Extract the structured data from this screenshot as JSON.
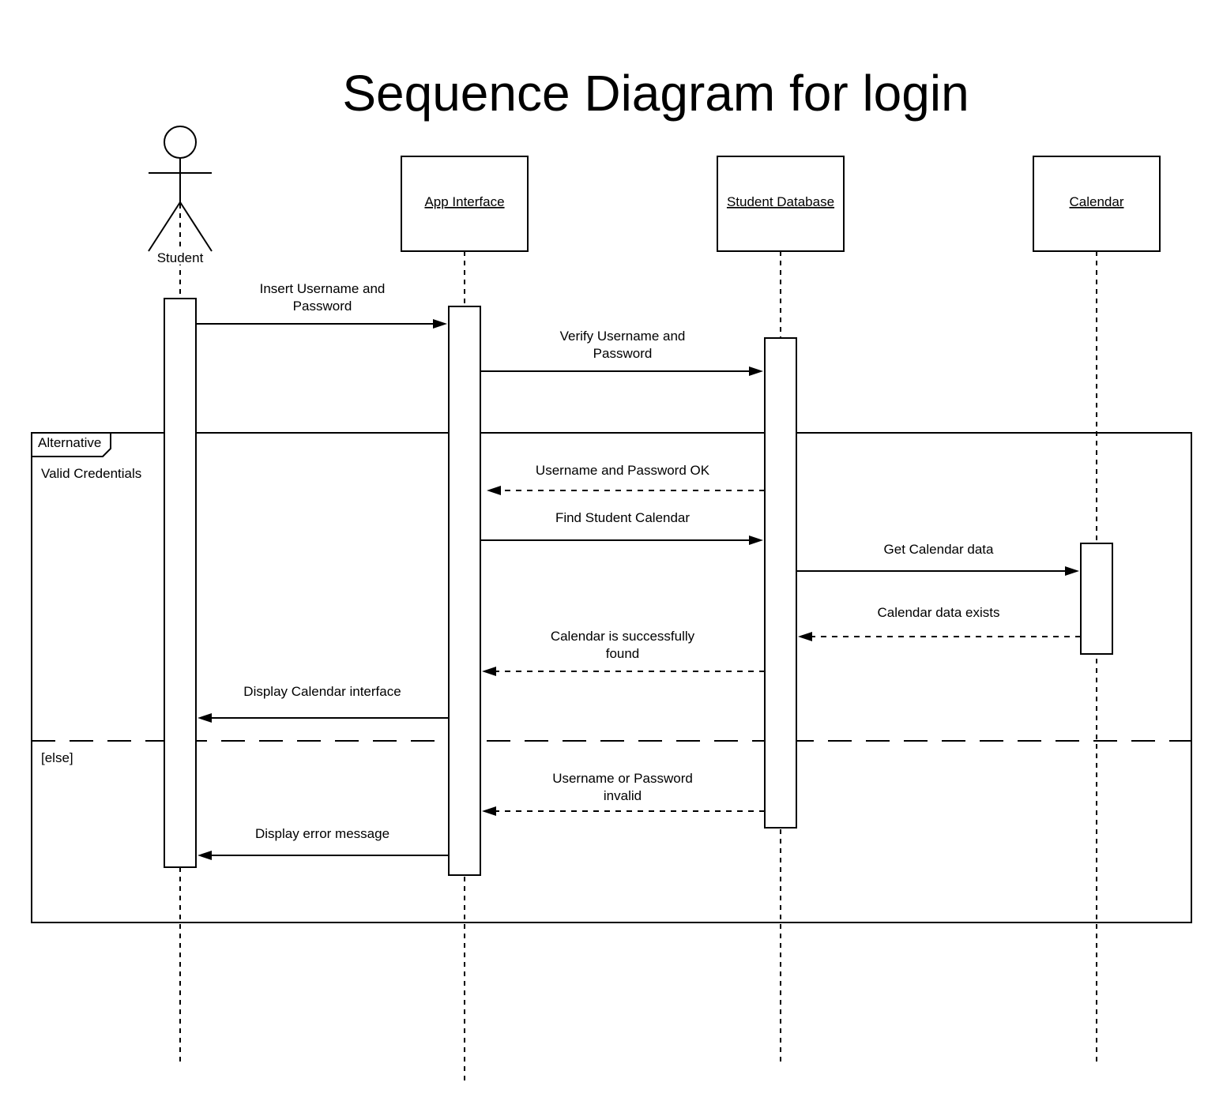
{
  "title": "Sequence Diagram for login",
  "participants": [
    {
      "id": "student",
      "label": "Student",
      "kind": "actor"
    },
    {
      "id": "app",
      "label": "App Interface",
      "kind": "object"
    },
    {
      "id": "db",
      "label": "Student Database",
      "kind": "object"
    },
    {
      "id": "cal",
      "label": "Calendar",
      "kind": "object"
    }
  ],
  "fragment": {
    "operator": "Alternative",
    "guard_1": "Valid Credentials",
    "guard_2": "[else]"
  },
  "messages": [
    {
      "id": "m1",
      "from": "student",
      "to": "app",
      "style": "sync",
      "lines": [
        "Insert  Username and",
        "Password"
      ]
    },
    {
      "id": "m2",
      "from": "app",
      "to": "db",
      "style": "sync",
      "lines": [
        "Verify Username and",
        "Password"
      ]
    },
    {
      "id": "m3",
      "from": "db",
      "to": "app",
      "style": "return",
      "lines": [
        "Username and Password OK"
      ]
    },
    {
      "id": "m4",
      "from": "app",
      "to": "db",
      "style": "sync",
      "lines": [
        "Find Student Calendar"
      ]
    },
    {
      "id": "m5",
      "from": "db",
      "to": "cal",
      "style": "sync",
      "lines": [
        "Get Calendar data"
      ]
    },
    {
      "id": "m6",
      "from": "cal",
      "to": "db",
      "style": "return",
      "lines": [
        "Calendar data exists"
      ]
    },
    {
      "id": "m7",
      "from": "db",
      "to": "app",
      "style": "return",
      "lines": [
        "Calendar is successfully",
        "found"
      ]
    },
    {
      "id": "m8",
      "from": "app",
      "to": "student",
      "style": "sync",
      "lines": [
        "Display Calendar interface"
      ]
    },
    {
      "id": "m9",
      "from": "db",
      "to": "app",
      "style": "return",
      "lines": [
        "Username or Password",
        "invalid"
      ]
    },
    {
      "id": "m10",
      "from": "app",
      "to": "student",
      "style": "sync",
      "lines": [
        "Display error message"
      ]
    }
  ]
}
